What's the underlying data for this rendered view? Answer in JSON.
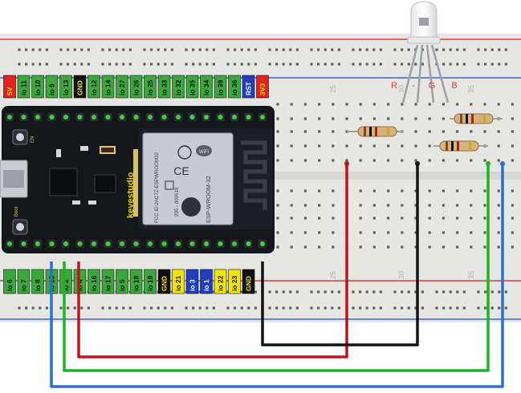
{
  "board": {
    "brand": "keyestudio",
    "module_name": "ESP-WROOM-32",
    "fcc_id": "FCC ID:2AC7Z-ESPWROOM32",
    "cert_number": "205 - 000519",
    "wifi_label": "WiFi",
    "ce_mark": "CE",
    "btn_en": "EN",
    "btn_boot": "Boot"
  },
  "top_pins": [
    "5V",
    "io 11",
    "io 10",
    "io 9",
    "io 13",
    "GND",
    "io 12",
    "io 14",
    "io 27",
    "io 26",
    "io 25",
    "io 33",
    "io 32",
    "io 35",
    "io 34",
    "io 39",
    "io 36",
    "RST",
    "3V3"
  ],
  "top_pin_kinds": [
    "red",
    "green",
    "green",
    "green",
    "green",
    "black",
    "green",
    "green",
    "green",
    "green",
    "green",
    "green",
    "green",
    "green",
    "green",
    "green",
    "green",
    "blue",
    "red"
  ],
  "bottom_pins": [
    "io 6",
    "io 7",
    "io 8",
    "io 15",
    "io 2",
    "io 4",
    "io 16",
    "io 17",
    "io 5",
    "io 18",
    "io 19",
    "GND",
    "io 21",
    "io 3",
    "io 1",
    "io 22",
    "io 23",
    "GND"
  ],
  "bottom_pin_kinds": [
    "green",
    "green",
    "green",
    "green",
    "green",
    "green",
    "green",
    "green",
    "green",
    "green",
    "green",
    "black",
    "yellow",
    "blue",
    "blue",
    "yellow",
    "yellow",
    "black"
  ],
  "breadboard": {
    "col_labels_top": [
      "25",
      "30",
      "35"
    ],
    "col_labels_bottom": [
      "25",
      "30",
      "35"
    ]
  },
  "led": {
    "pin_labels": [
      "R",
      "-",
      "G",
      "B"
    ]
  },
  "colors": {
    "wire_red": "#c0141c",
    "wire_black": "#141414",
    "wire_green": "#1db424",
    "wire_blue": "#2a6fd1",
    "board_pcb": "#15181b",
    "breadboard": "#e6e6e3",
    "rail_red": "#e23b3b",
    "rail_blue": "#3c66c8"
  }
}
